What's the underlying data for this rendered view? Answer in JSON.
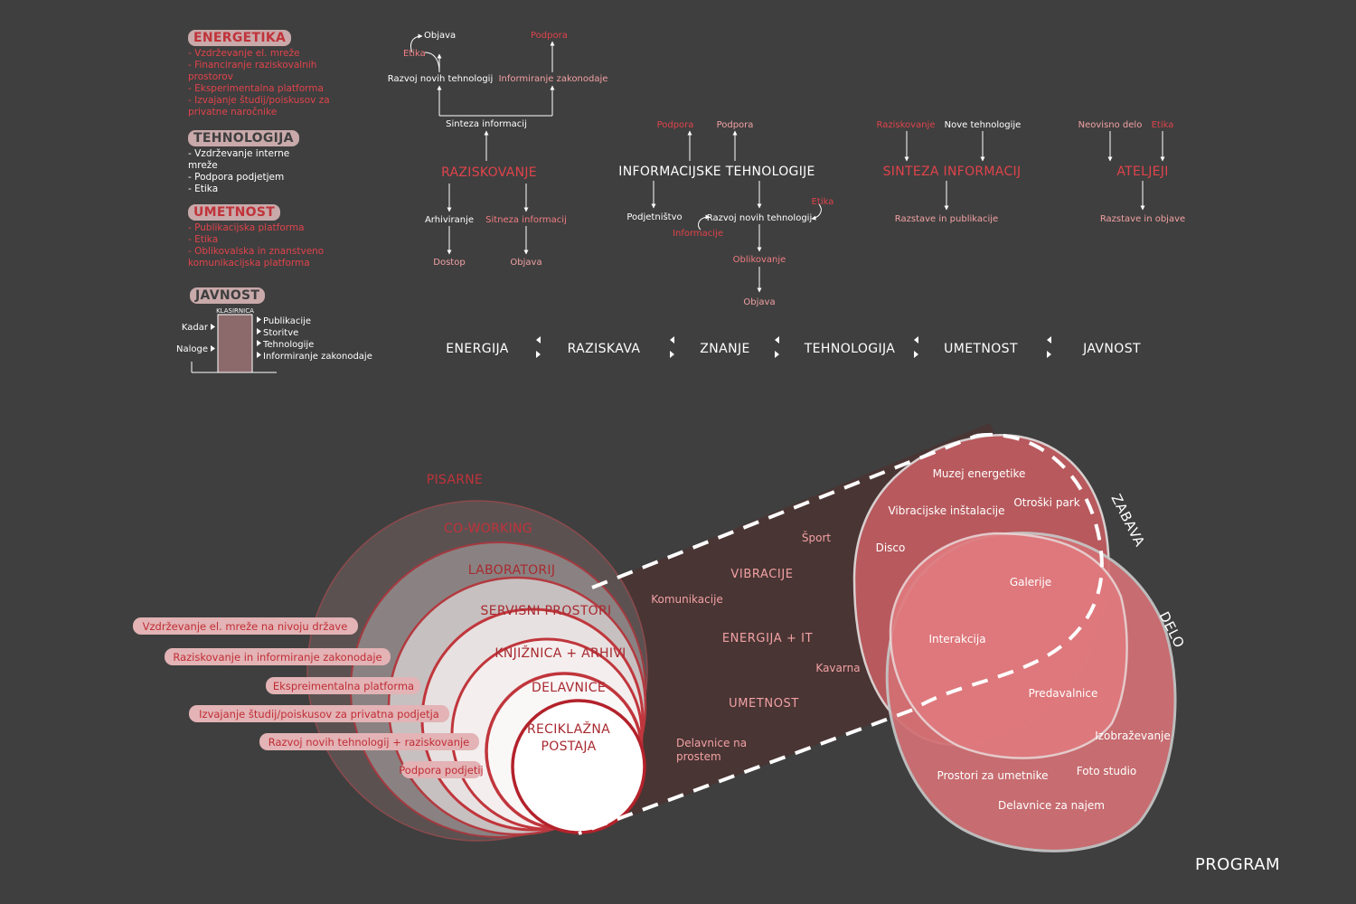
{
  "legend": {
    "energetika": {
      "title": "ENERGETIKA",
      "items": [
        "- Vzdrževanje el. mreže",
        "- Financiranje raziskovalnih prostorov",
        "- Eksperimentalna platforma",
        "- Izvajanje študij/poiskusov za privatne naročnike"
      ]
    },
    "tehnologija": {
      "title": "TEHNOLOGIJA",
      "items": [
        "- Vzdrževanje interne mreže",
        "- Podpora podjetjem",
        "- Etika"
      ]
    },
    "umetnost": {
      "title": "UMETNOST",
      "items": [
        "- Publikacijska platforma",
        "- Etika",
        "- Oblikovalska in znanstveno komunikacijska platforma"
      ]
    },
    "javnost": {
      "title": "JAVNOST",
      "klasirnica": "KLASIRNICA",
      "inputs": [
        "Kadar",
        "Naloge"
      ],
      "outputs": [
        "Publikacije",
        "Storitve",
        "Tehnologije",
        "Informiranje zakonodaje"
      ]
    }
  },
  "trees": {
    "raziskovanje": {
      "title": "RAZISKOVANJE",
      "objava_top": "Objava",
      "etika": "Etika",
      "razvoj": "Razvoj novih tehnologij",
      "podpora_top": "Podpora",
      "informiranje": "Informiranje zakonodaje",
      "sinteza_top": "Sinteza informacij",
      "arhiviranje": "Arhiviranje",
      "sinteza_right": "Sitneza informacij",
      "dostop": "Dostop",
      "objava_bottom": "Objava"
    },
    "it": {
      "title": "INFORMACIJSKE TEHNOLOGIJE",
      "podpora1": "Podpora",
      "podpora2": "Podpora",
      "podjetnistvo": "Podjetništvo",
      "razvoj": "Razvoj novih tehnologij",
      "etika": "Etika",
      "informacije": "Informacije",
      "oblikovanje": "Oblikovanje",
      "objava": "Objava"
    },
    "sinteza": {
      "title": "SINTEZA INFORMACIJ",
      "raziskovanje": "Raziskovanje",
      "nove_tehnologije": "Nove tehnologije",
      "razstave": "Razstave in publikacije"
    },
    "ateljeji": {
      "title": "ATELJEJI",
      "neovisno": "Neovisno delo",
      "etika": "Etika",
      "razstave": "Razstave in objave"
    }
  },
  "sequence": [
    "ENERGIJA",
    "RAZISKAVA",
    "ZNANJE",
    "TEHNOLOGIJA",
    "UMETNOST",
    "JAVNOST"
  ],
  "circles": [
    "PISARNE",
    "CO-WORKING",
    "LABORATORIJ",
    "SERVISNI PROSTORI",
    "KNJIŽNICA + ARHIVI",
    "DELAVNICE",
    "RECIKLAŽNA",
    "POSTAJA"
  ],
  "pills": [
    "Vzdrževanje el. mreže na nivoju države",
    "Raziskovanje in informiranje zakonodaje",
    "Ekspreimentalna platforma",
    "Izvajanje študij/poiskusov za privatna podjetja",
    "Razvoj novih tehnologij + raziskovanje",
    "Podpora podjetij"
  ],
  "bridge": {
    "sport": "Šport",
    "vibracije": "VIBRACIJE",
    "komunikacije": "Komunikacije",
    "energija_it": "ENERGIJA + IT",
    "kavarna": "Kavarna",
    "umetnost": "UMETNOST",
    "delavnice_line1": "Delavnice na",
    "delavnice_line2": "prostem"
  },
  "venn": {
    "zabava": "ZABAVA",
    "delo": "DELO",
    "items": [
      "Muzej energetike",
      "Otroški park",
      "Vibracijske inštalacije",
      "Disco",
      "Galerije",
      "Interakcija",
      "Predavalnice",
      "Izobraževanje",
      "Foto studio",
      "Prostori za umetnike",
      "Delavnice za najem"
    ]
  },
  "footer": "PROGRAM",
  "colors": {
    "background": "#3f3f3f",
    "accent": "#e0434b",
    "dark_red": "#a82a30",
    "pink": "#f2a1a3"
  }
}
